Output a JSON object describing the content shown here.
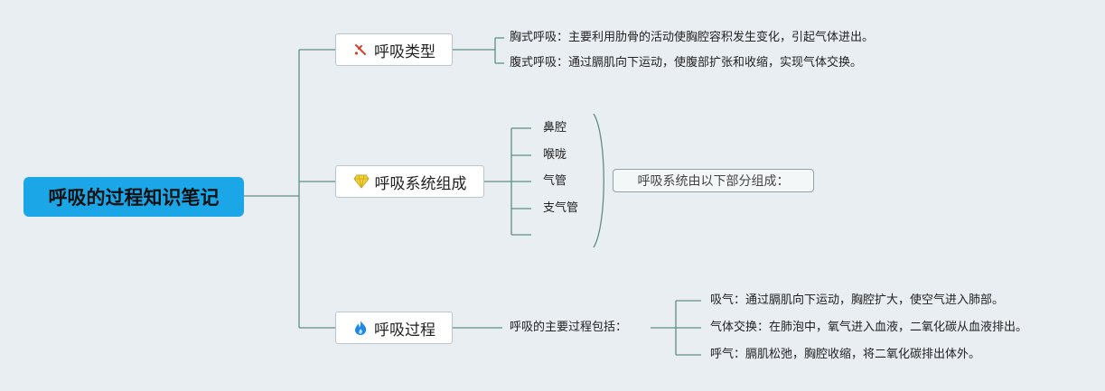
{
  "root": {
    "title": "呼吸的过程知识笔记"
  },
  "topics": [
    {
      "id": "breathing-types",
      "label": "呼吸类型",
      "icon": "tools-icon",
      "children": [
        "胸式呼吸：主要利用肋骨的活动使胸腔容积发生变化，引起气体进出。",
        "腹式呼吸：通过膈肌向下运动，使腹部扩张和收缩，实现气体交换。"
      ]
    },
    {
      "id": "respiratory-system",
      "label": "呼吸系统组成",
      "icon": "diamond-icon",
      "children": [
        "鼻腔",
        "喉咙",
        "气管",
        "支气管",
        ""
      ],
      "summary": "呼吸系统由以下部分组成："
    },
    {
      "id": "breathing-process",
      "label": "呼吸过程",
      "icon": "flame-icon",
      "intermediate": "呼吸的主要过程包括：",
      "children": [
        "吸气：通过膈肌向下运动，胸腔扩大，使空气进入肺部。",
        "气体交换：在肺泡中，氧气进入血液，二氧化碳从血液排出。",
        "呼气：膈肌松弛，胸腔收缩，将二氧化碳排出体外。"
      ]
    }
  ],
  "colors": {
    "root_bg": "#1ba6e8",
    "connector": "#5f8f84",
    "tools_icon": "#d9412f",
    "diamond_icon": "#f3d13b",
    "flame_icon": "#1e88e5"
  }
}
